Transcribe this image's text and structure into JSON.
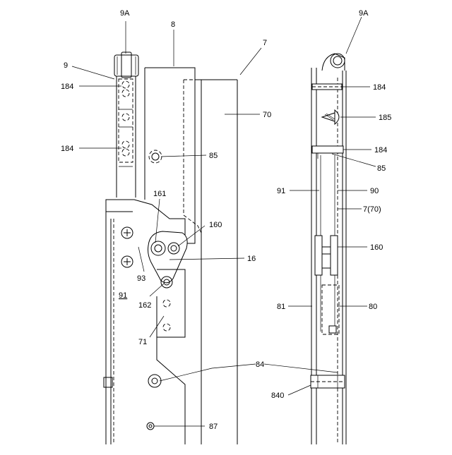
{
  "labels": {
    "l9A_left": "9A",
    "l8": "8",
    "l7": "7",
    "l9": "9",
    "l184_a": "184",
    "l184_b": "184",
    "l70": "70",
    "l85": "85",
    "l161": "161",
    "l160": "160",
    "l16": "16",
    "l93": "93",
    "l91": "91",
    "l162": "162",
    "l71": "71",
    "l84": "84",
    "l87": "87",
    "l9A_right": "9A",
    "l184_r1": "184",
    "l185": "185",
    "l184_r2": "184",
    "l85_r": "85",
    "l91_r": "91",
    "l90": "90",
    "l7_70": "7(70)",
    "l160_r": "160",
    "l81": "81",
    "l80": "80",
    "l840": "840"
  }
}
